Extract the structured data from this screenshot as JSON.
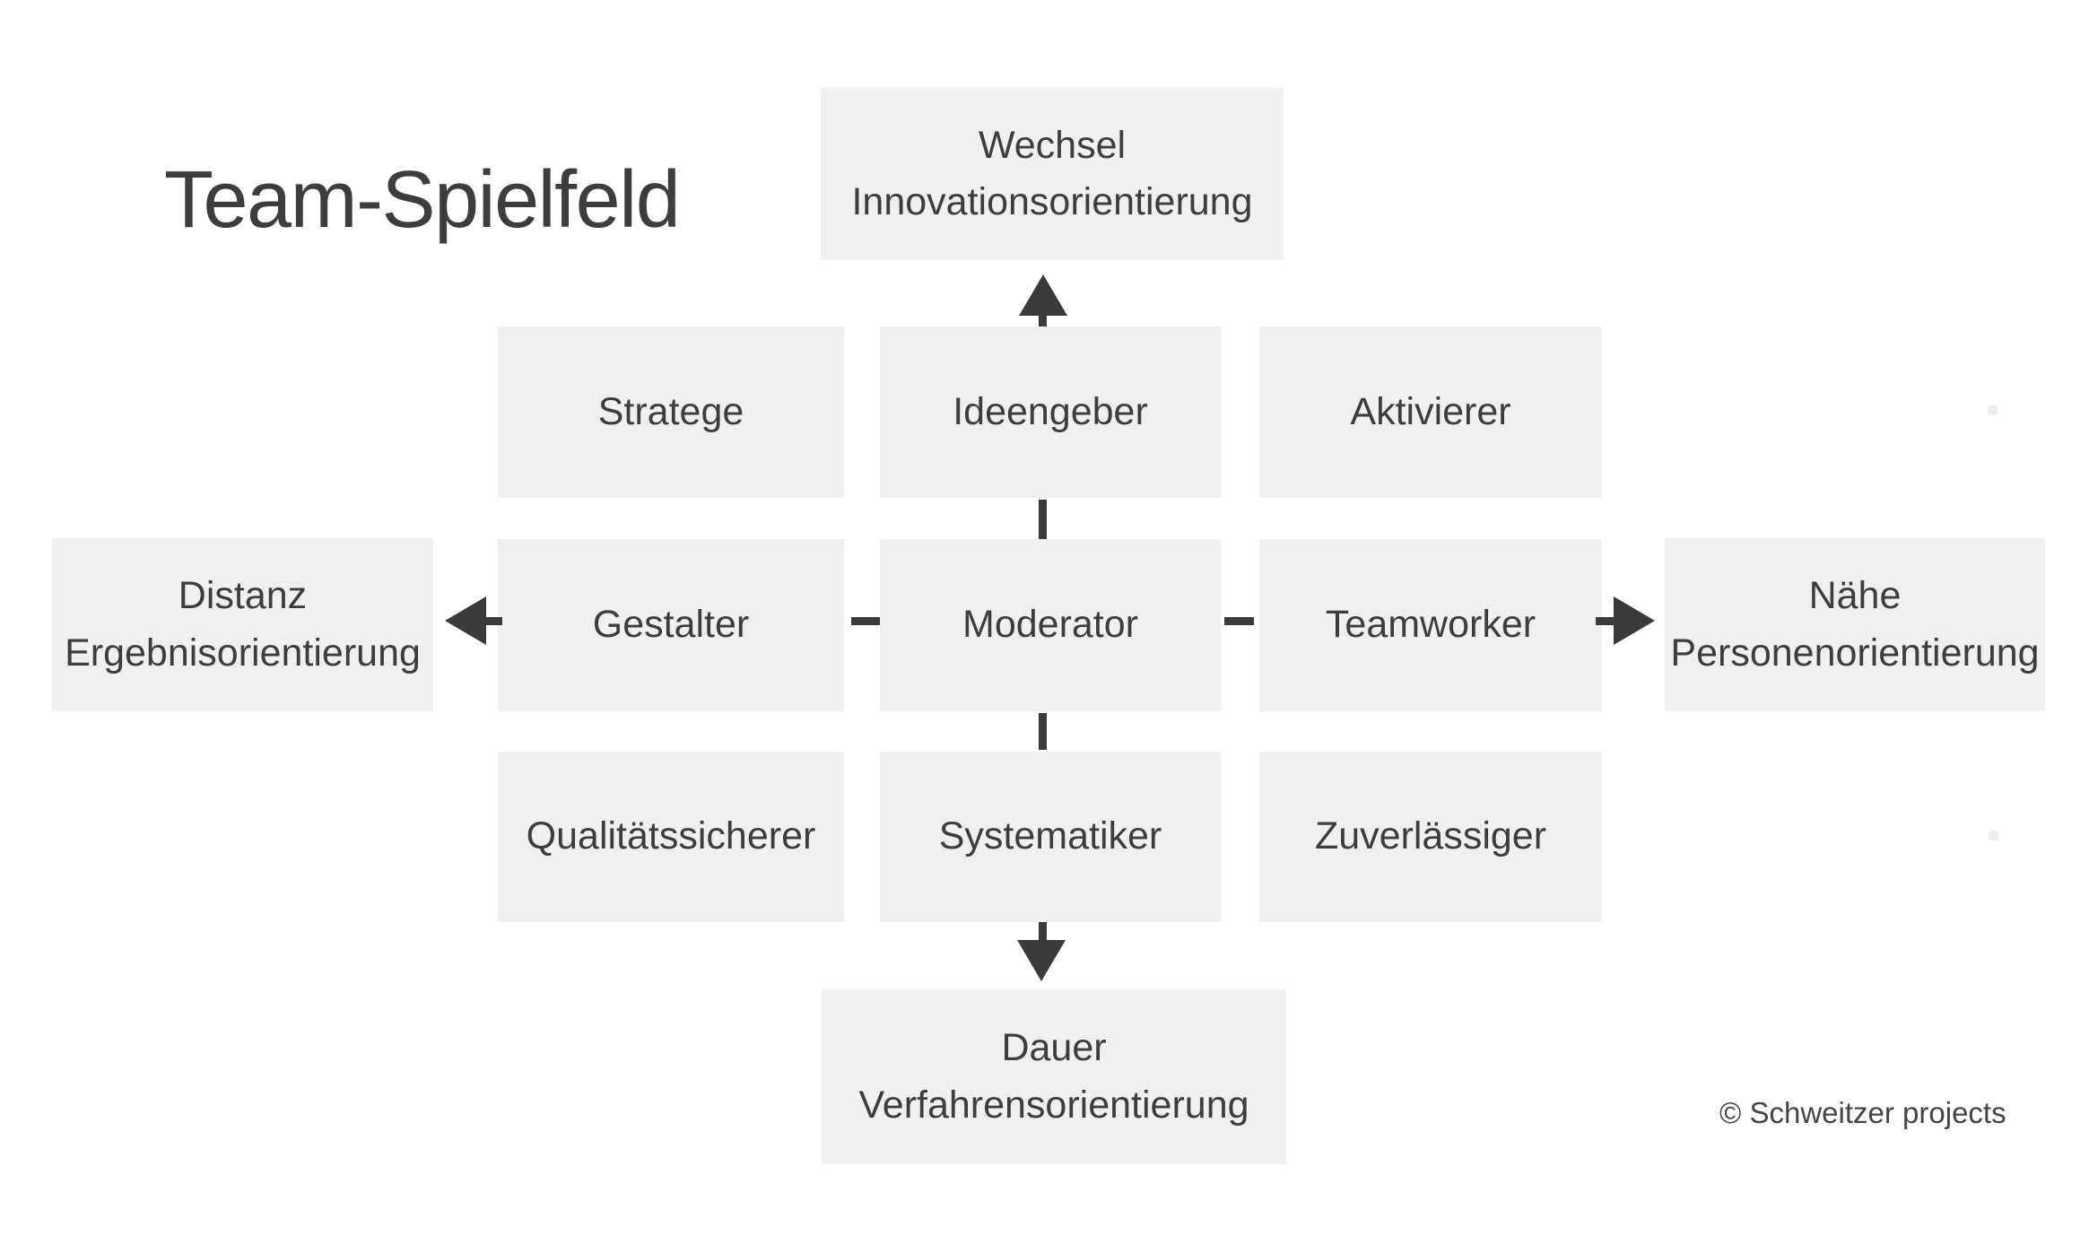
{
  "title": "Team-Spielfeld",
  "credit": "© Schweitzer projects",
  "colors": {
    "background": "#ffffff",
    "box_bg": "#f0f0f0",
    "text": "#3d3d3d",
    "arrow": "#3a3a3a"
  },
  "grid": {
    "rows": [
      [
        "Stratege",
        "Ideengeber",
        "Aktivierer"
      ],
      [
        "Gestalter",
        "Moderator",
        "Teamworker"
      ],
      [
        "Qualitätssicherer",
        "Systematiker",
        "Zuverlässiger"
      ]
    ]
  },
  "axes": {
    "top": {
      "line1": "Wechsel",
      "line2": "Innovationsorientierung"
    },
    "bottom": {
      "line1": "Dauer",
      "line2": "Verfahrensorientierung"
    },
    "left": {
      "line1": "Distanz",
      "line2": "Ergebnisorientierung"
    },
    "right": {
      "line1": "Nähe",
      "line2": "Personenorientierung"
    }
  }
}
